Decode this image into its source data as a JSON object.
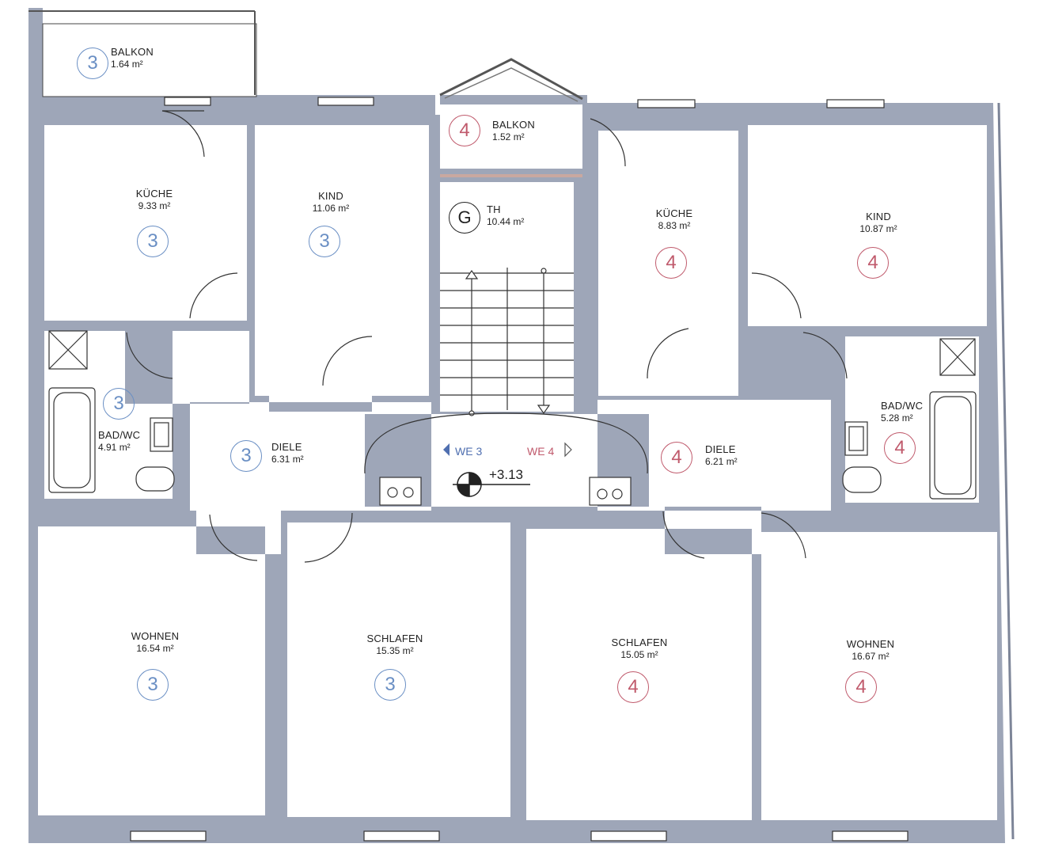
{
  "colors": {
    "wall": "#9ea6b8",
    "unit3": "#6a8fc4",
    "unit4": "#c05a6c",
    "ink": "#222222"
  },
  "rooms": {
    "balkon3": {
      "name": "BALKON",
      "area": "1.64 m²",
      "unit": "3"
    },
    "balkon4": {
      "name": "BALKON",
      "area": "1.52 m²",
      "unit": "4"
    },
    "kueche3": {
      "name": "KÜCHE",
      "area": "9.33 m²",
      "unit": "3"
    },
    "kind3": {
      "name": "KIND",
      "area": "11.06 m²",
      "unit": "3"
    },
    "th": {
      "name": "TH",
      "area": "10.44 m²",
      "unit": "G"
    },
    "kueche4": {
      "name": "KÜCHE",
      "area": "8.83 m²",
      "unit": "4"
    },
    "kind4": {
      "name": "KIND",
      "area": "10.87 m²",
      "unit": "4"
    },
    "bad3": {
      "name": "BAD/WC",
      "area": "4.91 m²",
      "unit": "3"
    },
    "diele3": {
      "name": "DIELE",
      "area": "6.31 m²",
      "unit": "3"
    },
    "diele4": {
      "name": "DIELE",
      "area": "6.21 m²",
      "unit": "4"
    },
    "bad4": {
      "name": "BAD/WC",
      "area": "5.28 m²",
      "unit": "4"
    },
    "wohnen3": {
      "name": "WOHNEN",
      "area": "16.54 m²",
      "unit": "3"
    },
    "schlafen3": {
      "name": "SCHLAFEN",
      "area": "15.35 m²",
      "unit": "3"
    },
    "schlafen4": {
      "name": "SCHLAFEN",
      "area": "15.05 m²",
      "unit": "4"
    },
    "wohnen4": {
      "name": "WOHNEN",
      "area": "16.67 m²",
      "unit": "4"
    }
  },
  "landing": {
    "we3": "WE 3",
    "we4": "WE 4",
    "level": "+3.13"
  }
}
